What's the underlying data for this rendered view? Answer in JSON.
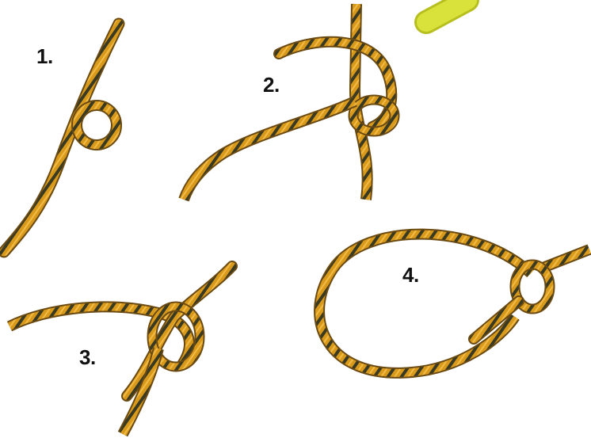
{
  "steps": [
    {
      "label": "1."
    },
    {
      "label": "2."
    },
    {
      "label": "3."
    },
    {
      "label": "4."
    }
  ],
  "colors": {
    "rope_base": "#d99a1c",
    "rope_dark": "#6b4a12",
    "rope_stripe": "#2f3a22",
    "rope_light": "#f0b943",
    "yellow_rope": "#d8e23a",
    "background": "#ffffff"
  }
}
